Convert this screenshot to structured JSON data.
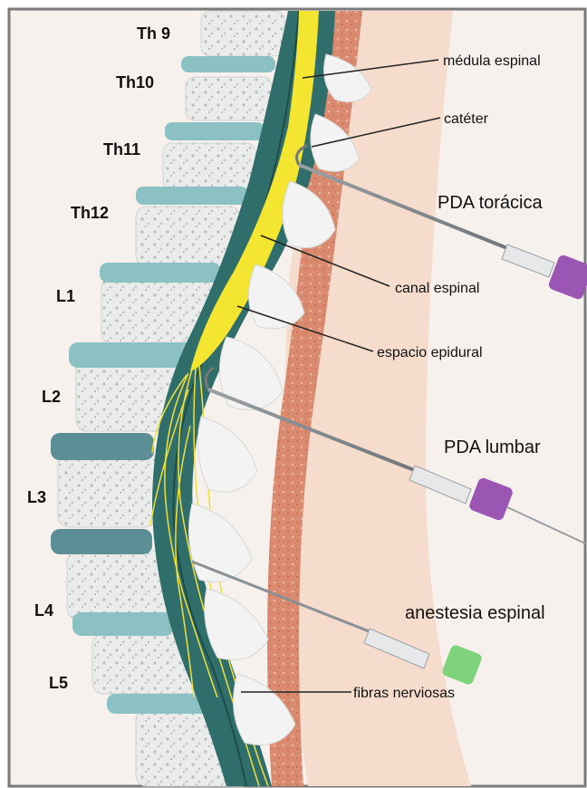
{
  "vertebrae": {
    "th9": "Th 9",
    "th10": "Th10",
    "th11": "Th11",
    "th12": "Th12",
    "l1": "L1",
    "l2": "L2",
    "l3": "L3",
    "l4": "L4",
    "l5": "L5"
  },
  "annotations": {
    "medula": "médula espinal",
    "cateter": "catéter",
    "canal": "canal espinal",
    "epidural": "espacio epidural",
    "fibras": "fibras nerviosas"
  },
  "procedures": {
    "pda_toracica": "PDA torácica",
    "pda_lumbar": "PDA lumbar",
    "anestesia": "anestesia espinal"
  },
  "colors": {
    "background_skin": "#f6e2d8",
    "vertebral_body": "#eef0ef",
    "disc": "#8cc1c3",
    "canal": "#2f6e6a",
    "spinal_cord": "#f4e530",
    "muscle": "#d9836a",
    "hub_thoracic": "#9b55b3",
    "hub_lumbar": "#9b55b3",
    "hub_spinal": "#7fd37d"
  }
}
